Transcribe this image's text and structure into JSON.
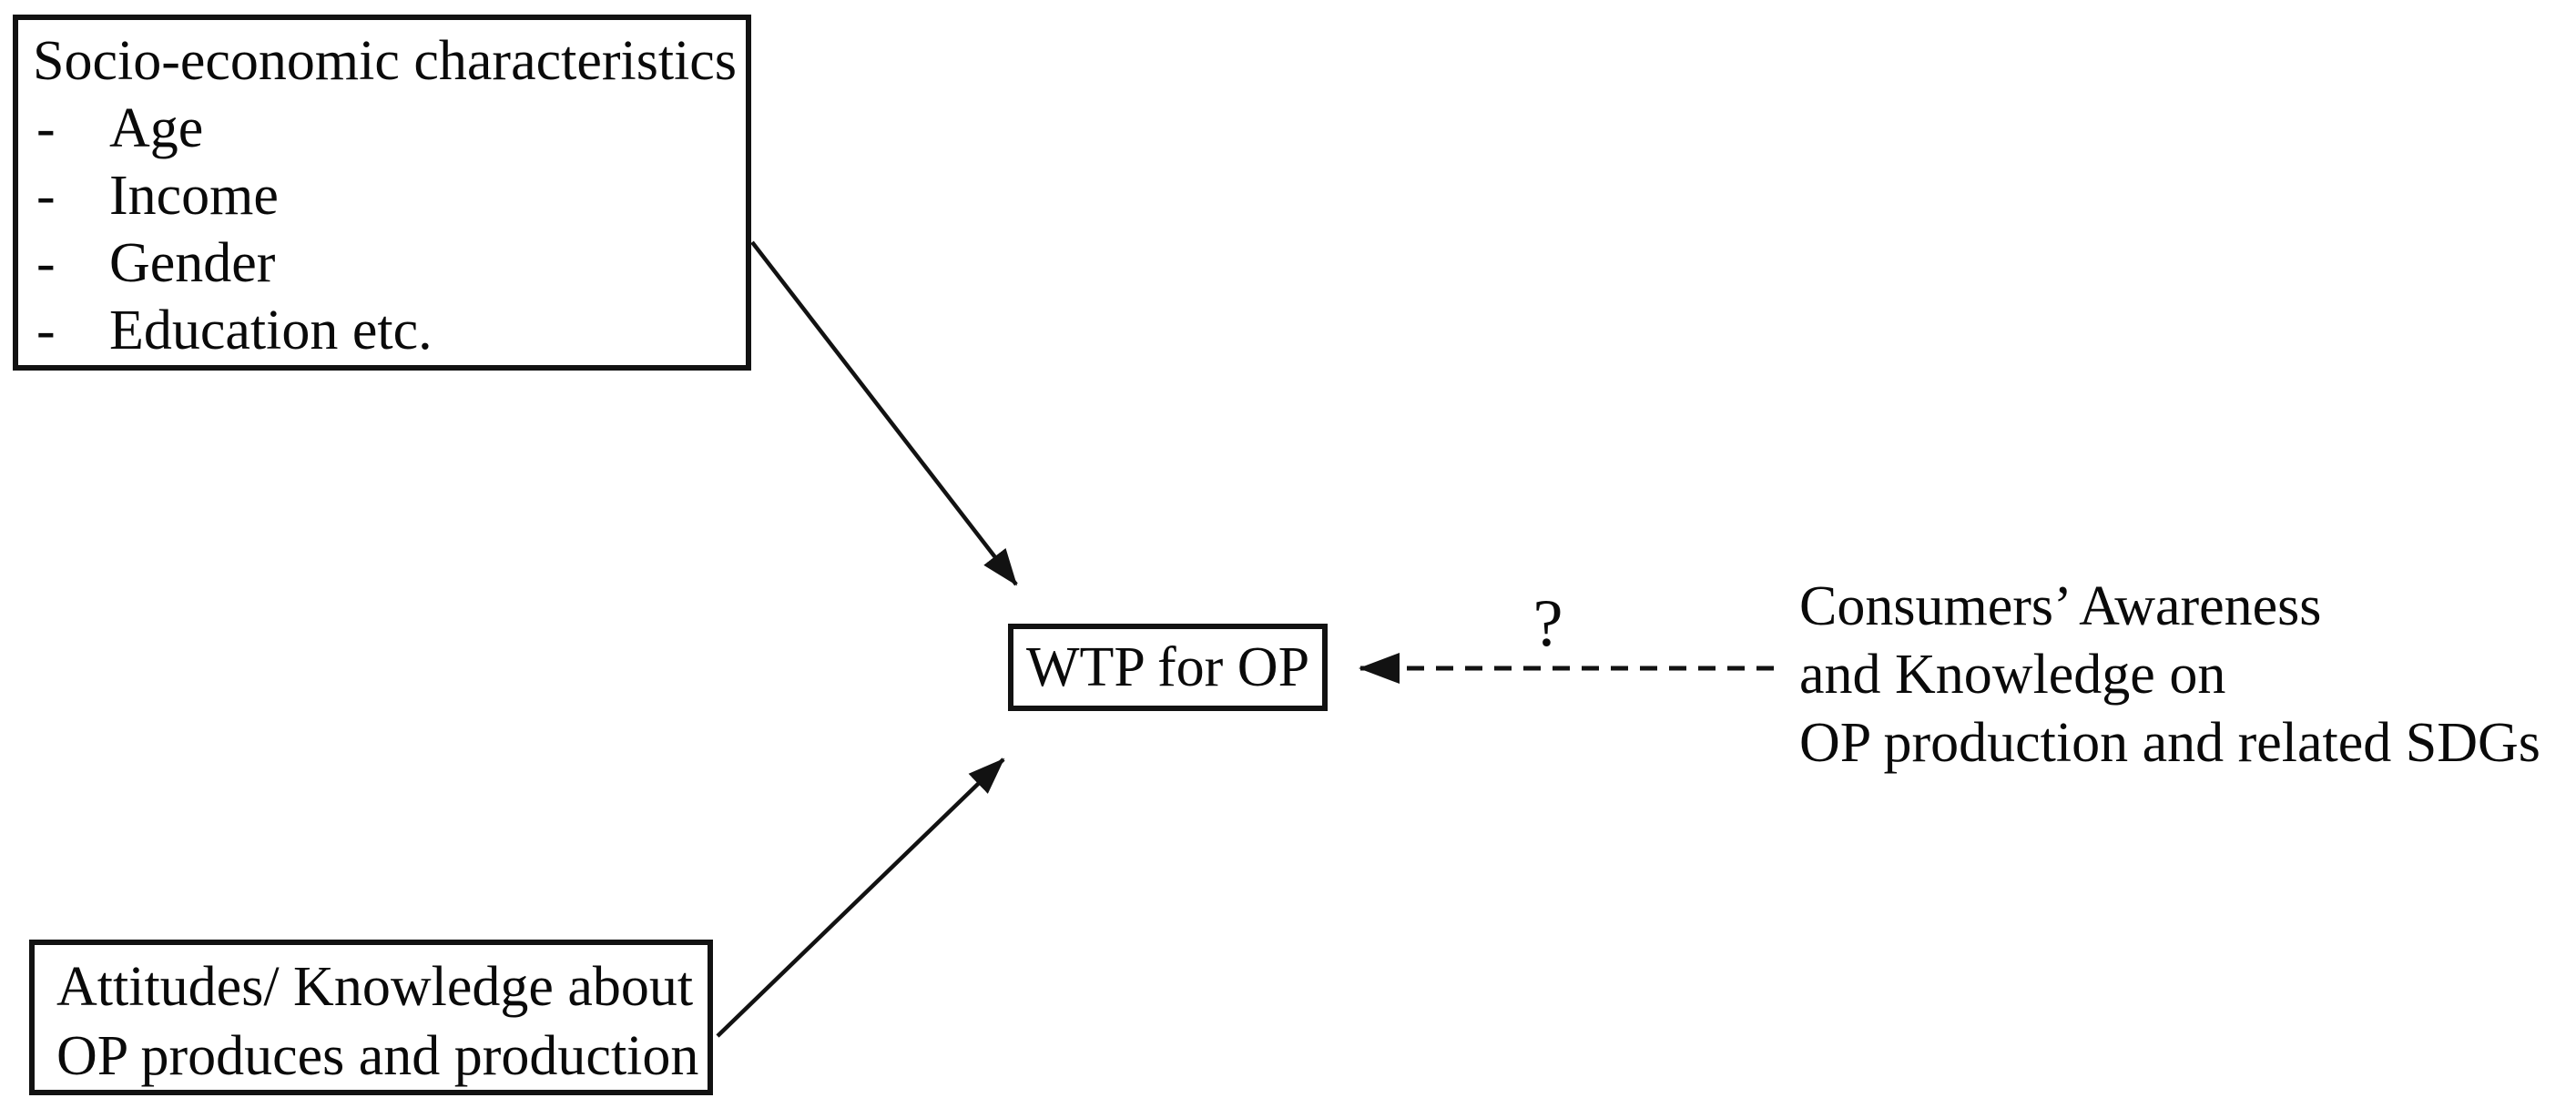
{
  "canvas": {
    "background_color": "#ffffff",
    "ink_color": "#0a0a0a"
  },
  "boxes": {
    "socio": {
      "title": "Socio-economic characteristics",
      "item_marker": "-",
      "items": [
        "Age",
        "Income",
        "Gender",
        "Education etc."
      ],
      "border_style": "solid"
    },
    "wtp": {
      "label": "WTP for OP",
      "border_style": "solid"
    },
    "attitudes": {
      "lines": [
        "Attitudes/ Knowledge about",
        "OP produces and production"
      ],
      "border_style": "solid"
    },
    "consumers": {
      "lines": [
        "Consumers’ Awareness",
        "and Knowledge on",
        "OP production and related SDGs"
      ],
      "border_style": "dashed"
    }
  },
  "arrows": {
    "socio_to_wtp": {
      "style": "solid",
      "direction": "to WTP box"
    },
    "attitudes_to_wtp": {
      "style": "solid",
      "direction": "to WTP box"
    },
    "consumers_to_wtp": {
      "style": "dashed",
      "direction": "to WTP box",
      "label": "?"
    }
  }
}
